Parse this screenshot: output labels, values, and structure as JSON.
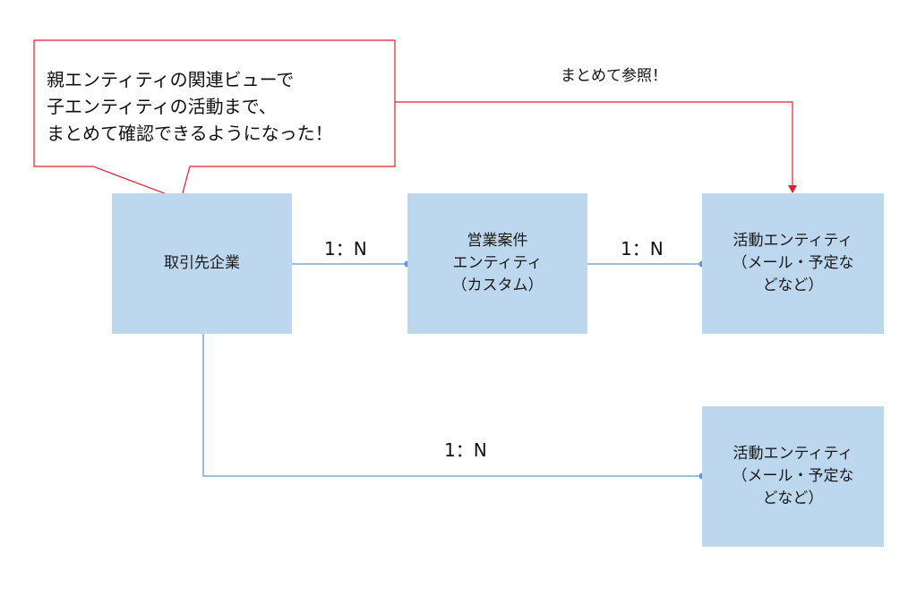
{
  "callout": {
    "text": "親エンティティの関連ビューで\n子エンティティの活動まで、\nまとめて確認できるようになった！"
  },
  "top_annotation": "まとめて参照！",
  "entities": {
    "account": "取引先企業",
    "opportunity": "営業案件\nエンティティ\n（カスタム）",
    "activity_1": "活動エンティティ\n（メール・予定な\nどなど）",
    "activity_2": "活動エンティティ\n（メール・予定な\nどなど）"
  },
  "relations": {
    "r1": "1：N",
    "r2": "1：N",
    "r3": "1：N"
  },
  "colors": {
    "box_fill": "#bdd7ee",
    "connector": "#5b9bd5",
    "accent_red": "#e0202e"
  }
}
